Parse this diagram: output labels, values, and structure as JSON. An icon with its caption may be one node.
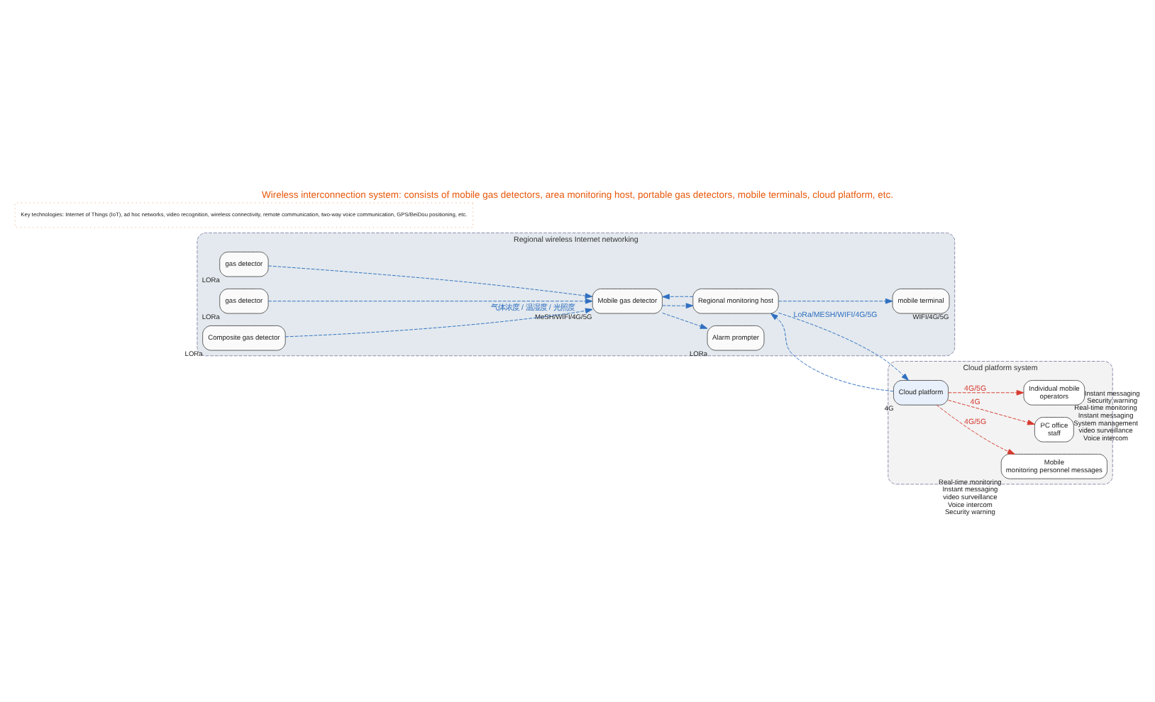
{
  "diagram": {
    "title": "Wireless interconnection system: consists of mobile gas detectors, area monitoring host, portable gas detectors, mobile terminals, cloud platform, etc.",
    "nodes": [
      {
        "text": [
          "Regional wireless Internet networking"
        ]
      },
      {
        "text": [
          "gas detector"
        ],
        "in": 0,
        "beside": [
          "LORa"
        ]
      },
      {
        "text": [
          "gas detector"
        ],
        "in": 0,
        "beside": [
          "LORa"
        ]
      },
      {
        "text": [
          "Mobile gas detector"
        ],
        "in": 0,
        "beside": [
          "MeSH/WIFI/4G/5G"
        ]
      },
      {
        "text": [
          "mobile terminal"
        ],
        "in": 0,
        "beside": [
          "WIFI/4G/5G"
        ]
      },
      {
        "text": [
          "Composite gas detector"
        ],
        "in": 0,
        "beside": [
          "LORa"
        ]
      },
      {
        "text": [
          "Alarm prompter"
        ],
        "in": 0,
        "beside": [
          "LORa"
        ]
      },
      {
        "text": [
          "Regional monitoring host"
        ],
        "in": 0
      },
      {
        "text": [
          "Cloud platform system"
        ]
      },
      {
        "text": [
          "Cloud platform"
        ],
        "in": 8,
        "beside": [
          "4G"
        ]
      },
      {
        "text": [
          "Mobile",
          "monitoring personnel messages"
        ],
        "in": 8,
        "beside": [
          "Real-time monitoring",
          "Instant messaging",
          "video surveillance",
          "Voice intercom",
          "Security warning"
        ]
      },
      {
        "text": [
          "PC office",
          "staff"
        ],
        "in": 8,
        "beside": [
          "Real-time monitoring",
          "Instant messaging",
          "System management",
          "video surveillance",
          "Voice intercom"
        ]
      },
      {
        "text": [
          "Individual mobile",
          "operators"
        ],
        "in": 8,
        "beside": [
          "Instant messaging",
          "Security warning"
        ]
      }
    ],
    "edges": [
      {
        "from": 1,
        "to": 3,
        "arrow": "to",
        "style": "dashed"
      },
      {
        "from": 2,
        "to": 3,
        "arrow": "to",
        "style": "dashed"
      },
      {
        "from": 5,
        "to": 3,
        "arrow": "to",
        "style": "dashed",
        "label": "气体浓度 / 温湿度 / 光照度"
      },
      {
        "from": 3,
        "to": 6,
        "arrow": "to",
        "style": "dashed"
      },
      {
        "from": 3,
        "to": 7,
        "arrow": "to",
        "style": "dashed"
      },
      {
        "from": 7,
        "to": 3,
        "arrow": "to",
        "style": "dashed"
      },
      {
        "from": 7,
        "to": 4,
        "arrow": "to",
        "style": "dashed"
      },
      {
        "from": 7,
        "to": 9,
        "arrow": "to",
        "style": "dashed",
        "label": "LoRa/MESH/WIFI/4G/5G"
      },
      {
        "from": 9,
        "to": 7,
        "arrow": "to",
        "style": "dashed"
      },
      {
        "from": 9,
        "to": 10,
        "arrow": "to",
        "style": "dashed",
        "color": "#d63a2f",
        "label": "4G/5G"
      },
      {
        "from": 9,
        "to": 11,
        "arrow": "to",
        "style": "dashed",
        "color": "#d63a2f",
        "label": "4G"
      },
      {
        "from": 9,
        "to": 12,
        "arrow": "to",
        "style": "dashed",
        "color": "#d63a2f",
        "label": "4G/5G"
      }
    ],
    "labels": [
      "Key technologies: Internet of Things (IoT), ad hoc networks, video recognition, wireless connectivity, remote communication, two-way voice communication, GPS/BeiDou positioning, etc."
    ]
  }
}
